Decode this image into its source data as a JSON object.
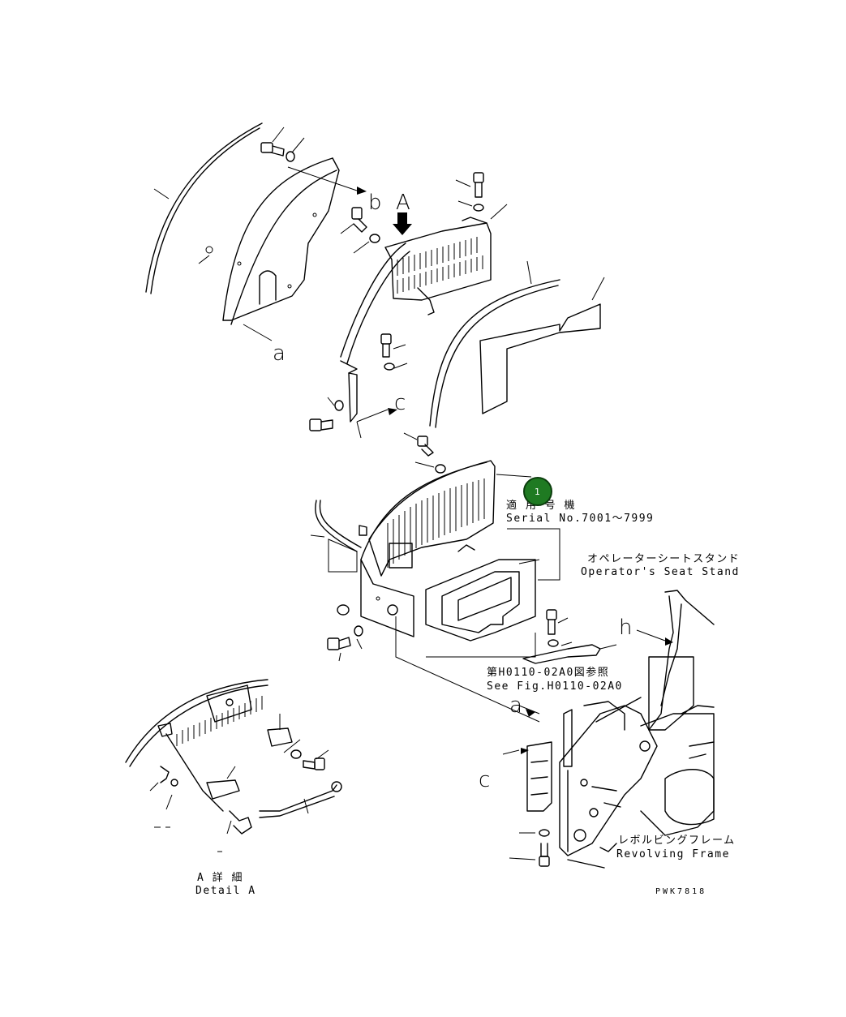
{
  "labels": {
    "letter_A": "A",
    "letter_b": "b",
    "letter_a_top": "a",
    "letter_c_top": "c",
    "letter_h": "h",
    "letter_a_bottom": "a",
    "letter_c_bottom": "c",
    "serial_jp": "適 用 号 機",
    "serial_en": "Serial No.7001～7999",
    "seat_stand_jp": "オペレーターシートスタンド",
    "seat_stand_en": "Operator's Seat Stand",
    "see_fig_jp": "第H0110-02A0図参照",
    "see_fig_en": "See Fig.H0110-02A0",
    "revolving_jp": "レボルビングフレーム",
    "revolving_en": "Revolving Frame",
    "detail_jp": "A 詳 細",
    "detail_en": "Detail A",
    "drawing_code": "PWK7818"
  },
  "ref_badge": {
    "number": "1",
    "color": "#1f7a22"
  }
}
